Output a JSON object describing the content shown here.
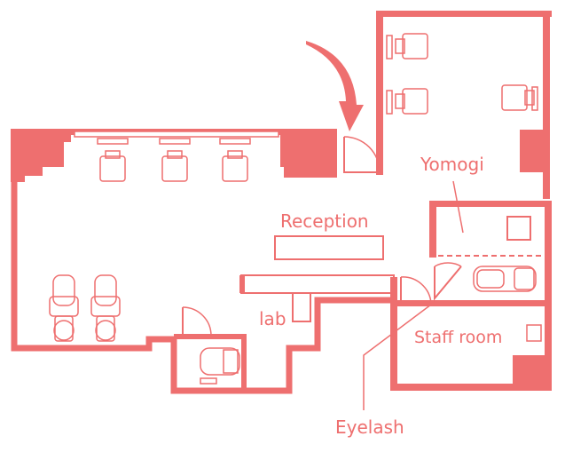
{
  "colors": {
    "wall": "#ee6f6f",
    "background": "#ffffff"
  },
  "labels": {
    "reception": "Reception",
    "yomogi": "Yomogi",
    "lab": "lab",
    "staff_room": "Staff room",
    "eyelash": "Eyelash"
  },
  "icons": [
    "entrance-arrow-icon",
    "door-icon",
    "chair-icon",
    "shampoo-chair-icon",
    "toilet-icon",
    "sink-icon",
    "massage-bed-icon"
  ]
}
